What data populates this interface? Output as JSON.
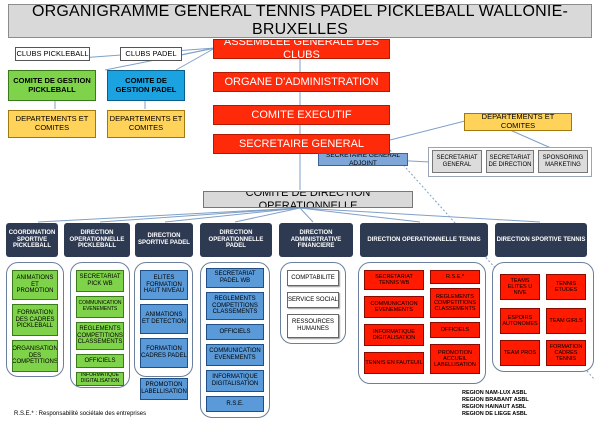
{
  "title": "ORGANIGRAMME GENERAL TENNIS PADEL PICKLEBALL WALLONIE-BRUXELLES",
  "top": {
    "clubs_pickleball": "CLUBS PICKLEBALL",
    "clubs_padel": "CLUBS PADEL",
    "assemblee": "ASSEMBLEE GENERALE DES CLUBS",
    "organe": "ORGANE D'ADMINISTRATION",
    "comite_exec": "COMITE EXECUTIF",
    "secretaire_general": "SECRETAIRE GENERAL",
    "secretaire_adjoint": "SECRETAIRE GENERAL ADJOINT",
    "comite_pickleball": "COMITE DE GESTION PICKLEBALL",
    "comite_padel": "COMITE DE GESTION PADEL",
    "dep_comites_1": "DEPARTEMENTS ET COMITES",
    "dep_comites_2": "DEPARTEMENTS ET COMITES",
    "dep_comites_right": "DEPARTEMENTS ET COMITES",
    "sec_generale": "SECRETARIAT GENERAL",
    "sec_direction": "SECRETARIAT DE DIRECTION",
    "sponsoring": "SPONSORING MARKETING"
  },
  "cdo": "COMITE DE DIRECTION OPERATIONNELLE",
  "columns": {
    "coord_pickleball": {
      "head": "COORDINATION SPORTIVE PICKLEBALL",
      "items": [
        "ANIMATIONS ET PROMOTION",
        "FORMATION DES CADRES PICKLEBALL",
        "ORGANISATION DES COMPETITIONS"
      ]
    },
    "dir_op_pickleball": {
      "head": "DIRECTION OPERATIONNELLE PICKLEBALL",
      "items": [
        "SECRETARIAT PICK WB",
        "COMMUNICATION EVENEMENTS",
        "REGLEMENTS COMPETITIONS CLASSEMENTS",
        "OFFICIELS",
        "INFORMATIQUE DIGITALISATION"
      ]
    },
    "dir_sport_padel": {
      "head": "DIRECTION SPORTIVE PADEL",
      "items": [
        "ELITES FORMATION HAUT NIVEAU",
        "ANIMATIONS ET DETECTION",
        "FORMATION CADRES PADEL",
        "PROMOTION LABELLISATION"
      ]
    },
    "dir_op_padel": {
      "head": "DIRECTION OPERATIONNELLE PADEL",
      "items": [
        "SECRETARIAT PADEL WB",
        "REGLEMENTS COMPETITIONS CLASSEMENTS",
        "OFFICIELS",
        "COMMUNICATION EVENEMENTS",
        "INFORMATIQUE DIGITALISATION",
        "R.S.E."
      ]
    },
    "dir_admin_fin": {
      "head": "DIRECTION ADMINISTRATIVE FINANCIERE",
      "items": [
        "COMPTABILITE",
        "SERVICE SOCIAL",
        "RESSOURCES HUMAINES"
      ]
    },
    "dir_op_tennis": {
      "head": "DIRECTION OPERATIONNELLE TENNIS",
      "items": [
        "SECRETARIAT TENNIS WB",
        "R.S.E.*",
        "COMMUNICATION EVENEMENTS",
        "REGLEMENTS COMPETITIONS CLASSEMENTS",
        "INFORMATIQUE DIGITALISATION",
        "OFFICIELS",
        "TENNIS EN FAUTEUIL",
        "PROMOTION ACCUEIL LABELLISATION"
      ]
    },
    "dir_sport_tennis": {
      "head": "DIRECTION SPORTIVE TENNIS",
      "items": [
        "TEAMS ELITES U NIVE",
        "TENNIS ETUDES",
        "ESPOIRS AUTONOMES",
        "TEAM GIRLS",
        "TEAM PROS",
        "FORMATION CADRES TENNIS"
      ]
    }
  },
  "footnote": "R.S.E.* : Responsabilité sociétale des entreprises",
  "regions": [
    "REGION NAM-LUX ASBL",
    "REGION BRABANT ASBL",
    "REGION HAINAUT ASBL",
    "REGION DE LIEGE ASBL"
  ]
}
